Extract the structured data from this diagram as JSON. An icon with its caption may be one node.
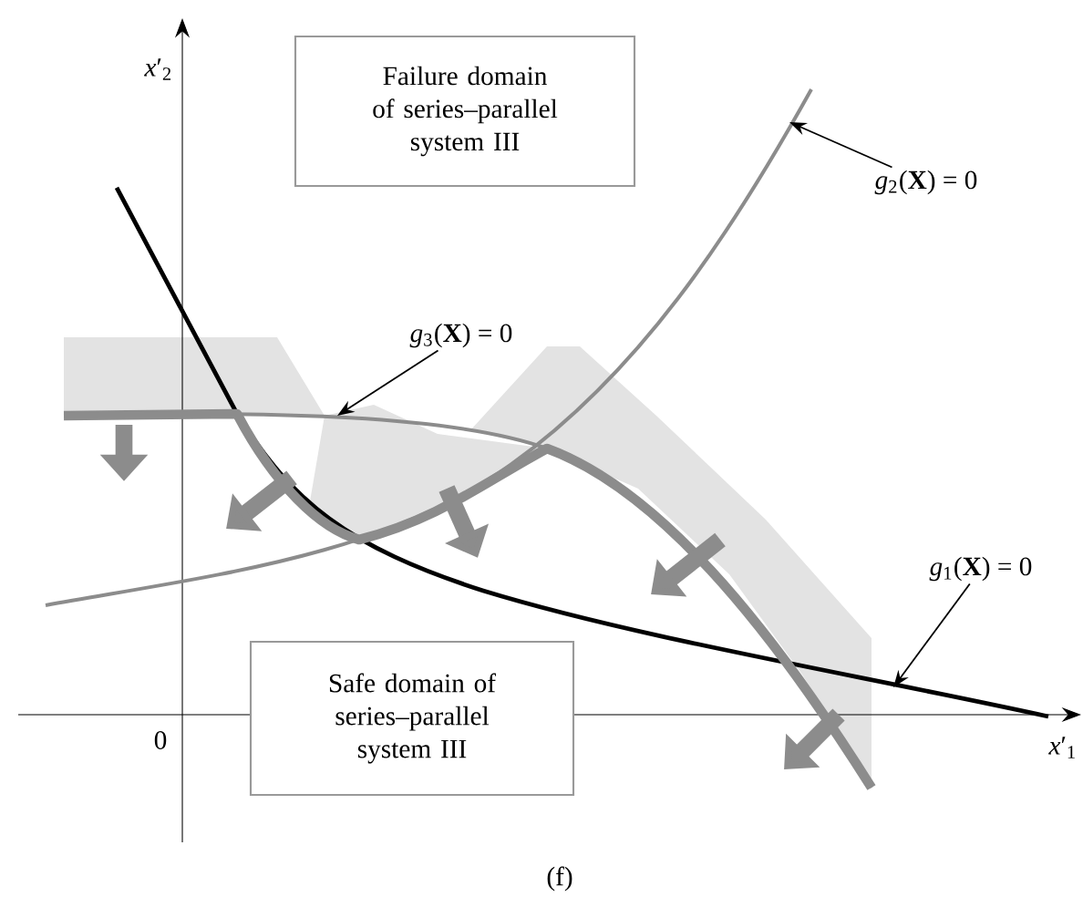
{
  "diagram": {
    "caption": "(f)",
    "nodes": [
      {
        "text": [
          "Failure domain of series–parallel system III"
        ]
      },
      {
        "text": [
          "Safe domain of series–parallel system III"
        ]
      },
      {
        "text": [
          "*g*$_{2}$(**X**) = 0"
        ]
      },
      {
        "text": [
          "*g*$_{3}$(**X**) = 0"
        ]
      },
      {
        "text": [
          "*g*$_{1}$(**X**) = 0"
        ]
      }
    ],
    "edges": [
      {
        "from": 2,
        "to": null,
        "arrow": "to"
      },
      {
        "from": 3,
        "to": null,
        "arrow": "to"
      },
      {
        "from": 4,
        "to": null,
        "arrow": "to"
      }
    ],
    "labels": [
      "*x*′$_{2}$",
      "0",
      "*x*′$_{1}$"
    ]
  }
}
